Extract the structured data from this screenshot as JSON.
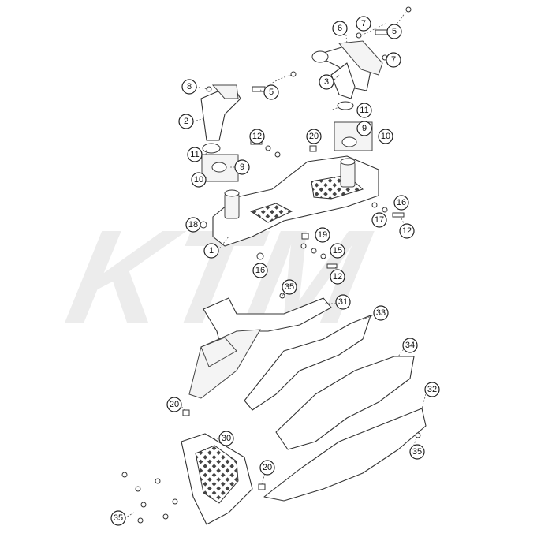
{
  "diagram": {
    "watermark": "KTM",
    "callouts": {
      "c1": "1",
      "c2": "2",
      "c3": "3",
      "c5a": "5",
      "c5b": "5",
      "c6": "6",
      "c7a": "7",
      "c7b": "7",
      "c8": "8",
      "c9a": "9",
      "c9b": "9",
      "c10a": "10",
      "c10b": "10",
      "c11a": "11",
      "c11b": "11",
      "c12a": "12",
      "c12b": "12",
      "c12c": "12",
      "c15": "15",
      "c16a": "16",
      "c16b": "16",
      "c17": "17",
      "c18a": "18",
      "c19": "19",
      "c20a": "20",
      "c20b": "20",
      "c20c": "20",
      "c30": "30",
      "c31": "31",
      "c32": "32",
      "c33": "33",
      "c34": "34",
      "c35a": "35",
      "c35b": "35",
      "c35c": "35"
    }
  }
}
